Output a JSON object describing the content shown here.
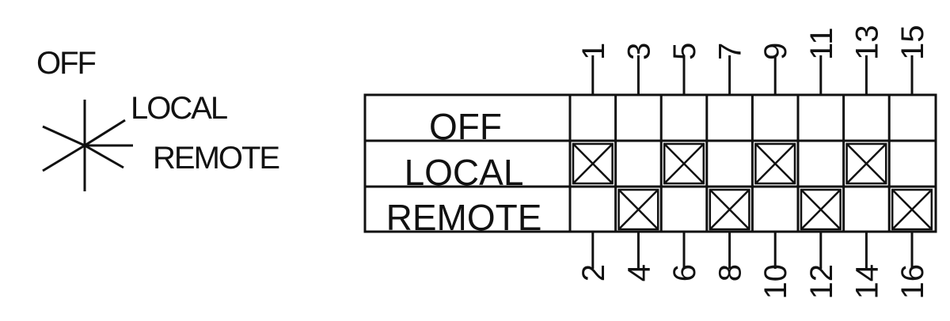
{
  "symbol": {
    "off_label": "OFF",
    "local_label": "LOCAL",
    "remote_label": "REMOTE"
  },
  "table": {
    "rows": [
      {
        "label": "OFF",
        "contacts_closed": []
      },
      {
        "label": "LOCAL",
        "contacts_closed": [
          "1-2",
          "5-6",
          "9-10",
          "13-14"
        ]
      },
      {
        "label": "REMOTE",
        "contacts_closed": [
          "3-4",
          "7-8",
          "11-12",
          "15-16"
        ]
      }
    ],
    "contacts": [
      {
        "top": "1",
        "bottom": "2"
      },
      {
        "top": "3",
        "bottom": "4"
      },
      {
        "top": "5",
        "bottom": "6"
      },
      {
        "top": "7",
        "bottom": "8"
      },
      {
        "top": "9",
        "bottom": "10"
      },
      {
        "top": "11",
        "bottom": "12"
      },
      {
        "top": "13",
        "bottom": "14"
      },
      {
        "top": "15",
        "bottom": "16"
      }
    ],
    "mark": "X",
    "line_color": "#111111"
  }
}
